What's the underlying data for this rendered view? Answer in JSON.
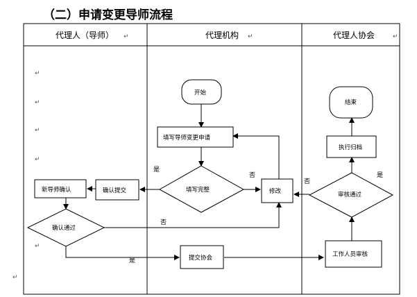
{
  "title": "（二）申请变更导师流程",
  "lanes": {
    "left": "代理人（导师）",
    "middle": "代理机构",
    "right": "代理人协会"
  },
  "nodes": {
    "start": "开始",
    "fill_form": "填写导师变更申请",
    "complete_check": "填写完整",
    "modify": "修改",
    "confirm_submit": "确认提交",
    "new_mentor_confirm": "新导师确认",
    "confirm_passed": "确认通过",
    "submit_association": "提交协会",
    "staff_review": "工作人员审核",
    "review_passed": "审核通过",
    "execute_archive": "执行归档",
    "end": "结束"
  },
  "edge_labels": {
    "yes_complete": "是",
    "no_complete": "否",
    "no_confirm": "否",
    "yes_confirm": "是",
    "no_review": "否",
    "yes_review": "是"
  },
  "paragraph_mark": "↵"
}
